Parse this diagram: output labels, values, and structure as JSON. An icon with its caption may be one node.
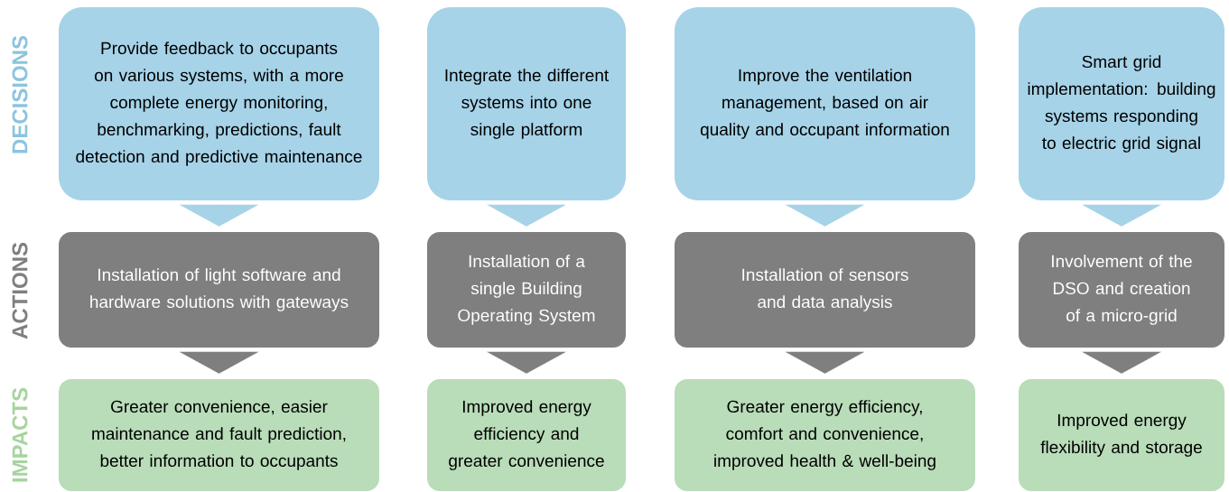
{
  "diagram": {
    "nodes": [
      {
        "text": [
          "Provide feedback to occupants on various systems, with a more complete energy monitoring, benchmarking, predictions, fault detection and predictive maintenance"
        ]
      },
      {
        "text": [
          "Integrate the different systems into one single platform"
        ]
      },
      {
        "text": [
          "Improve the ventilation management, based on air quality and occupant information"
        ]
      },
      {
        "text": [
          "Smart grid implementation: building systems responding to electric grid signal"
        ]
      },
      {
        "text": [
          "Installation of light software and hardware solutions with gateways"
        ]
      },
      {
        "text": [
          "Installation of a single Building Operating System"
        ]
      },
      {
        "text": [
          "Installation of sensors and data analysis"
        ]
      },
      {
        "text": [
          "Involvement of the DSO and creation of a micro-grid"
        ]
      },
      {
        "text": [
          "Greater convenience, easier maintenance and fault prediction, better information to occupants"
        ]
      },
      {
        "text": [
          "Improved energy efficiency and greater convenience"
        ]
      },
      {
        "text": [
          "Greater energy efficiency, comfort and convenience, improved health & well-being"
        ]
      },
      {
        "text": [
          "Improved energy flexibility and storage"
        ]
      }
    ],
    "edges": [
      {
        "from": 0,
        "to": 4,
        "arrow": "to"
      },
      {
        "from": 1,
        "to": 5,
        "arrow": "to"
      },
      {
        "from": 2,
        "to": 6,
        "arrow": "to"
      },
      {
        "from": 3,
        "to": 7,
        "arrow": "to"
      },
      {
        "from": 4,
        "to": 8,
        "arrow": "to",
        "color": "#7f7f7f"
      },
      {
        "from": 5,
        "to": 9,
        "arrow": "to",
        "color": "#7f7f7f"
      },
      {
        "from": 6,
        "to": 10,
        "arrow": "to",
        "color": "#7f7f7f"
      },
      {
        "from": 7,
        "to": 11,
        "arrow": "to",
        "color": "#7f7f7f"
      }
    ],
    "labels": [
      "DECISIONS",
      "ACTIONS",
      "IMPACTS"
    ]
  }
}
